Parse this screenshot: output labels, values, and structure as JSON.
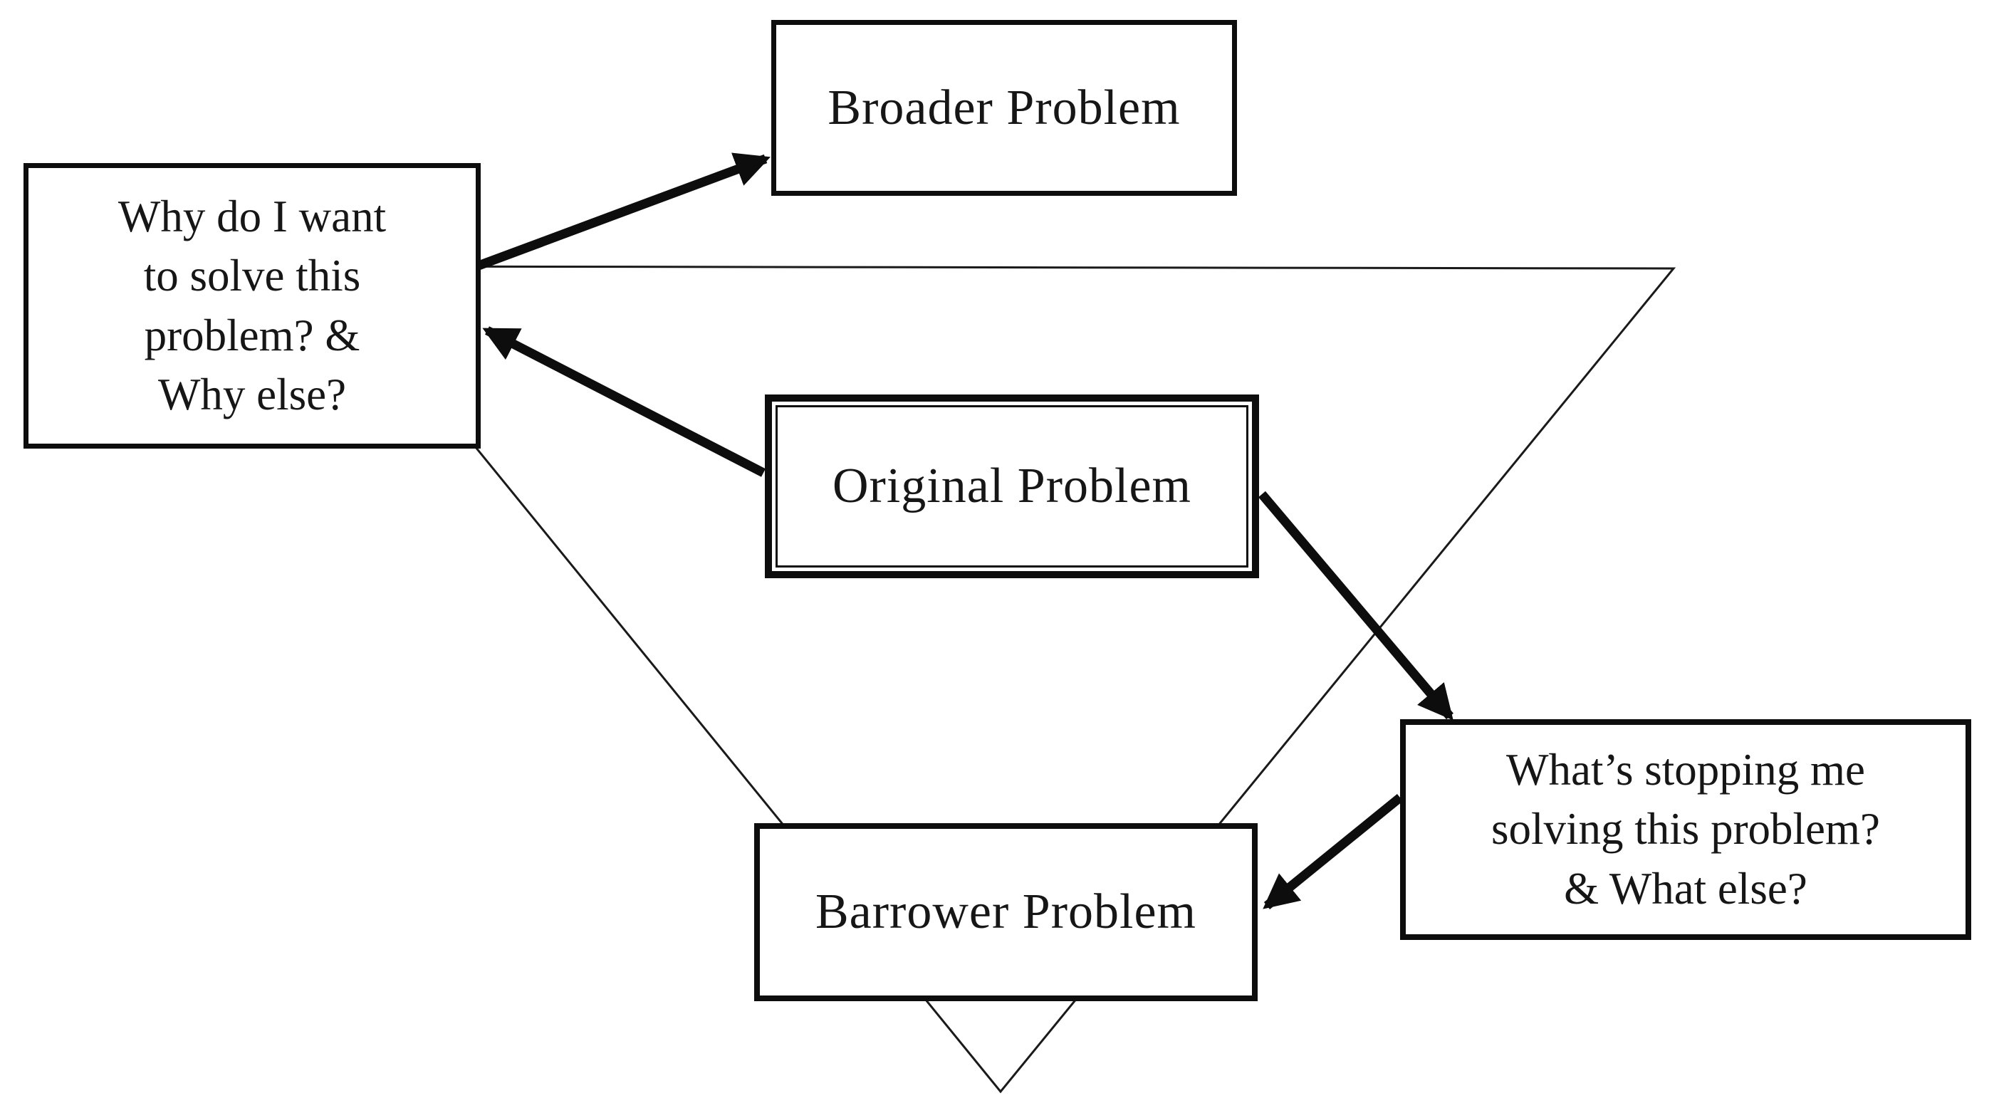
{
  "diagram": {
    "colors": {
      "ink": "#0d0d0d",
      "paper": "#ffffff"
    },
    "boxes": {
      "broader": {
        "label": "Broader Problem"
      },
      "why": {
        "lines": [
          "Why do I want",
          "to solve this",
          "problem? &",
          "Why else?"
        ]
      },
      "original": {
        "label": "Original Problem"
      },
      "barrower": {
        "label": "Barrower Problem"
      },
      "whats_stopping": {
        "lines": [
          "What’s stopping me",
          "solving this problem?",
          "& What else?"
        ]
      }
    }
  }
}
